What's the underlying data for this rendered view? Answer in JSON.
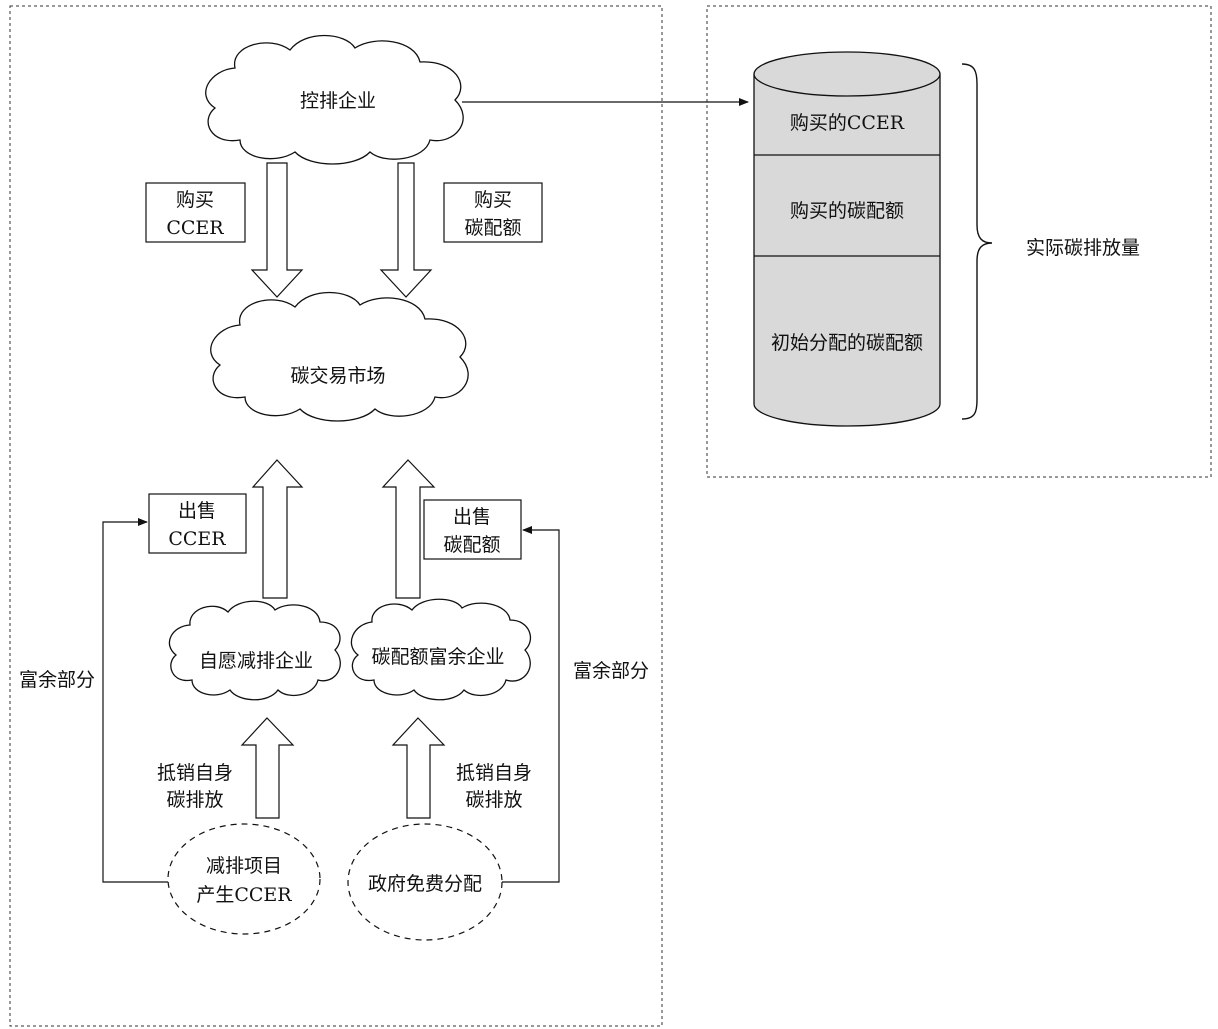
{
  "clouds": {
    "control_firm": "控排企业",
    "carbon_market": "碳交易市场",
    "voluntary_firm": "自愿减排企业",
    "surplus_firm": "碳配额富余企业"
  },
  "labels": {
    "buy_ccer": [
      "购买",
      "CCER"
    ],
    "buy_quota": [
      "购买",
      "碳配额"
    ],
    "sell_ccer": [
      "出售",
      "CCER"
    ],
    "sell_quota": [
      "出售",
      "碳配额"
    ],
    "offset_left": [
      "抵销自身",
      "碳排放"
    ],
    "offset_right": [
      "抵销自身",
      "碳排放"
    ],
    "surplus_left": "富余部分",
    "surplus_right": "富余部分"
  },
  "ellipses": {
    "project_ccer": [
      "减排项目",
      "产生CCER"
    ],
    "gov_free": "政府免费分配"
  },
  "cylinder": {
    "segments": [
      "购买的CCER",
      "购买的碳配额",
      "初始分配的碳配额"
    ],
    "fill": "#d9d9d9"
  },
  "brace_label": "实际碳排放量"
}
